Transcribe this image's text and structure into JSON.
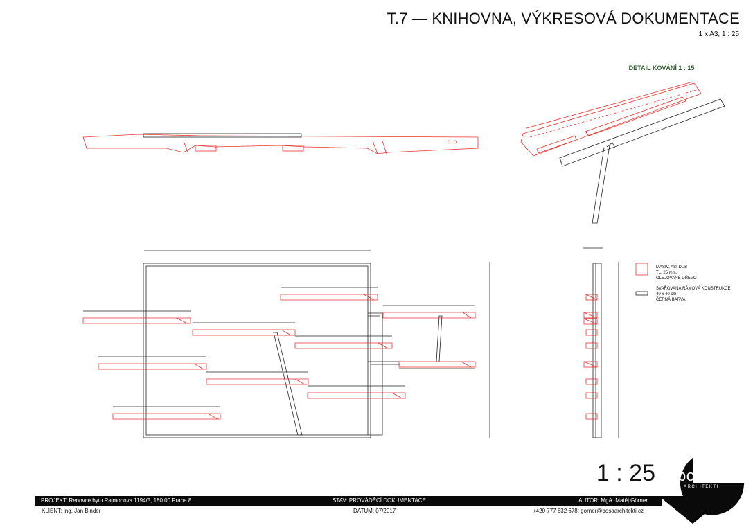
{
  "header": {
    "title": "T.7 — KNIHOVNA, VÝKRESOVÁ DOKUMENTACE",
    "scale_note": "1 x A3, 1 : 25"
  },
  "detail": {
    "title": "DETAIL KOVÁNÍ 1 : 15"
  },
  "legend": {
    "wood": [
      "MASIV, ASI DUB",
      "TL. 25 mm,",
      "OLEJOVANÉ DŘEVO"
    ],
    "frame": [
      "SVAŘOVANÁ RÁMOVÁ KONSTRUKCE",
      "40 x 40 cm",
      "ČERNÁ BARVA"
    ]
  },
  "scale_big": "1 : 25",
  "logo": {
    "name": "bosa",
    "sub": "ARCHITEKTI"
  },
  "titleblock": {
    "projekt": "PROJEKT: Renovce bytu Rajmonova 1194/5, 180 00 Praha 8",
    "stav": "STAV: PROVÁDĚCÍ DOKUMENTACE",
    "autor": "AUTOR: MgA. Matěj Görner",
    "klient": "KLIENT: Ing. Jan Binder",
    "datum": "DATUM: 07/2017",
    "kontakt": "+420 777 632 678; gorner@bosaarchitekti.cz"
  },
  "colors": {
    "wood": "#e8342f",
    "frame": "#222222",
    "detail_title": "#2e5d2e"
  }
}
